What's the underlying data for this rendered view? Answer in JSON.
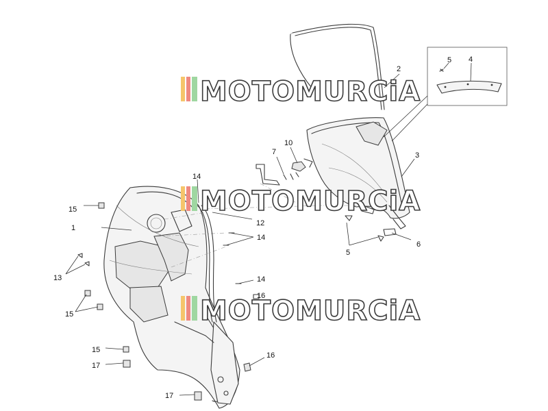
{
  "watermark": {
    "text": "MOTOMURCiA",
    "stripe_colors": [
      "#f5c56b",
      "#ef8a80",
      "#9fd7a1"
    ]
  },
  "callouts": {
    "c1": "1",
    "c2": "2",
    "c3": "3",
    "c4": "4",
    "c5a": "5",
    "c5b": "5",
    "c6": "6",
    "c7": "7",
    "c10": "10",
    "c12": "12",
    "c13": "13",
    "c14a": "14",
    "c14b": "14",
    "c14c": "14",
    "c15a": "15",
    "c15b": "15",
    "c15c": "15",
    "c16a": "16",
    "c16b": "16",
    "c17a": "17",
    "c17b": "17"
  },
  "colors": {
    "line": "#3a3a3a",
    "part_fill": "#f4f4f4",
    "background": "#ffffff"
  }
}
